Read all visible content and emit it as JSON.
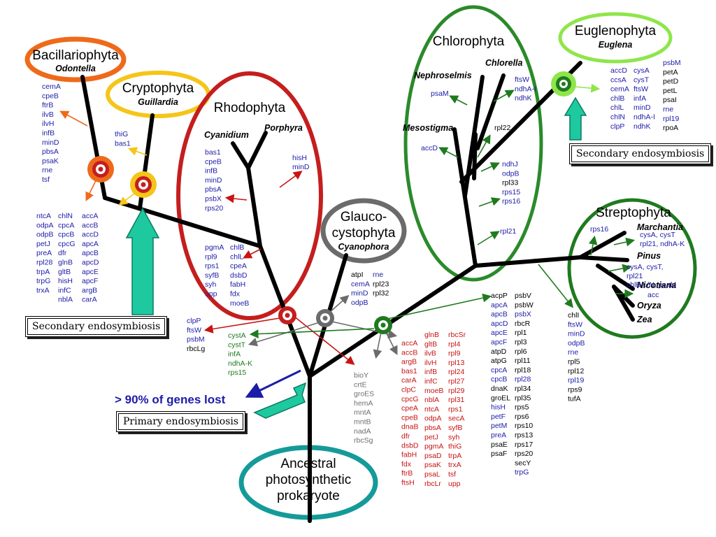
{
  "groups": {
    "bacillariophyta": {
      "name": "Bacillariophyta",
      "species": "Odontella"
    },
    "cryptophyta": {
      "name": "Cryptophyta",
      "species": "Guillardia"
    },
    "rhodophyta": {
      "name": "Rhodophyta",
      "species1": "Cyanidium",
      "species2": "Porphyra"
    },
    "glaucocystophyta": {
      "line1": "Glauco-",
      "line2": "cystophyta",
      "species": "Cyanophora"
    },
    "chlorophyta": {
      "name": "Chlorophyta",
      "species1": "Chlorella",
      "species2": "Nephroselmis",
      "species3": "Mesostigma"
    },
    "euglenophyta": {
      "name": "Euglenophyta",
      "species": "Euglena"
    },
    "streptophyta": {
      "name": "Streptophyta",
      "species": [
        "Marchantia",
        "Pinus",
        "Nicotiana",
        "Oryza",
        "Zea"
      ]
    },
    "ancestral": {
      "line1": "Ancestral",
      "line2": "photosynthetic",
      "line3": "prokaryote"
    }
  },
  "labels": {
    "secondary_endosymbiosis": "Secondary endosymbiosis",
    "primary_endosymbiosis": "Primary endosymbiosis",
    "genes_lost": "> 90% of genes lost"
  },
  "colors": {
    "bacillariophyta": "#ee6a1a",
    "cryptophyta": "#f5c518",
    "rhodophyta": "#c41e1e",
    "glaucocystophyta": "#6b6b6b",
    "chlorophyta": "#2a8a2a",
    "euglenophyta": "#8ee64a",
    "streptophyta": "#1f7a1f",
    "ancestral": "#159a9a",
    "arrow_teal": "#1ec9a0",
    "gene_blue": "#1c1ca8",
    "gene_red": "#c81414",
    "gene_green": "#1f7a1f",
    "gene_gray": "#707070"
  },
  "gene_lists": [
    {
      "id": "bac-lost",
      "color": "blue",
      "genes": [
        "cemA",
        "cpeB",
        "ftrB",
        "ilvB",
        "ilvH",
        "infB",
        "minD",
        "pbsA",
        "psaK",
        "rne",
        "tsf"
      ]
    },
    {
      "id": "secondary-c1",
      "color": "blue",
      "genes": [
        "ntcA",
        "odpA",
        "odpB",
        "petJ",
        "preA",
        "rpl28",
        "trpA",
        "trpG",
        "trxA"
      ]
    },
    {
      "id": "secondary-c2",
      "color": "blue",
      "genes": [
        "chlN",
        "cpcA",
        "cpcB",
        "cpcG",
        "dfr",
        "glnB",
        "gltB",
        "hisH",
        "infC",
        "nblA"
      ]
    },
    {
      "id": "secondary-c3",
      "color": "blue",
      "genes": [
        "accA",
        "accB",
        "accD",
        "apcA",
        "apcB",
        "apcD",
        "apcE",
        "apcF",
        "argB",
        "carA"
      ]
    },
    {
      "id": "crypto-lost",
      "color": "blue",
      "genes": [
        "thiG",
        "bas1"
      ]
    },
    {
      "id": "rhodo-top",
      "color": "blue",
      "genes": [
        "bas1",
        "cpeB",
        "infB",
        "minD",
        "pbsA",
        "psbX",
        "rps20"
      ]
    },
    {
      "id": "rhodo-right",
      "color": "blue",
      "genes": [
        "hisH",
        "minD"
      ]
    },
    {
      "id": "rhodo-bottom-1",
      "color": "blue",
      "genes": [
        "pgmA",
        "rpl9",
        "rps1",
        "syfB",
        "syh",
        "upp"
      ]
    },
    {
      "id": "rhodo-bottom-2",
      "color": "blue",
      "genes": [
        "chlB",
        "chlL",
        "cpeA",
        "dsbD",
        "fabH",
        "fdx",
        "moeB"
      ]
    },
    {
      "id": "red-left",
      "color": "mixed",
      "genes": [
        "clpP",
        "ftsW",
        "psbM",
        "rbcLg"
      ]
    },
    {
      "id": "green-left",
      "color": "green",
      "genes": [
        "cystA",
        "cystT",
        "infA",
        "ndhA-K",
        "rps15"
      ]
    },
    {
      "id": "glauco-lost",
      "color": "mixed",
      "genes": [
        "atpI",
        "cemA",
        "minD",
        "odpB"
      ]
    },
    {
      "id": "glauco-lost-2",
      "color": "mixed",
      "genes": [
        "rne",
        "rpl23",
        "rpl32"
      ]
    },
    {
      "id": "gray-list",
      "color": "gray",
      "genes": [
        "bioY",
        "crtE",
        "groES",
        "hemA",
        "mntA",
        "mntB",
        "nadA",
        "rbcSg"
      ]
    },
    {
      "id": "red-c1",
      "color": "red",
      "genes": [
        "accA",
        "accB",
        "argB",
        "bas1",
        "carA",
        "clpC",
        "cpcG",
        "cpeA",
        "cpeB",
        "dnaB",
        "dfr",
        "dsbD",
        "fabH",
        "fdx",
        "ftrB",
        "ftsH"
      ]
    },
    {
      "id": "red-c2",
      "color": "red",
      "genes": [
        "glnB",
        "gltB",
        "ilvB",
        "ilvH",
        "infB",
        "infC",
        "moeB",
        "nblA",
        "ntcA",
        "odpA",
        "pbsA",
        "petJ",
        "pgmA",
        "psaD",
        "psaK",
        "psaL",
        "rbcLr"
      ]
    },
    {
      "id": "red-c3",
      "color": "red",
      "genes": [
        "rbcSr",
        "rpl4",
        "rpl9",
        "rpl13",
        "rpl24",
        "rpl27",
        "rpl29",
        "rpl31",
        "rps1",
        "secA",
        "syfB",
        "syh",
        "thiG",
        "trpA",
        "trxA",
        "tsf",
        "upp"
      ]
    },
    {
      "id": "green-c1",
      "color": "mixed",
      "genes": [
        "acpP",
        "apcA",
        "apcB",
        "apcD",
        "apcE",
        "apcF",
        "atpD",
        "atpG",
        "cpcA",
        "cpcB",
        "dnaK",
        "groEL",
        "hisH",
        "petF",
        "petM",
        "preA",
        "psaE",
        "psaF"
      ]
    },
    {
      "id": "green-c2",
      "color": "mixed",
      "genes": [
        "psbV",
        "psbW",
        "psbX",
        "rbcR",
        "rpl1",
        "rpl3",
        "rpl6",
        "rpl11",
        "rpl18",
        "rpl28",
        "rpl34",
        "rpl35",
        "rps5",
        "rps6",
        "rps10",
        "rps13",
        "rps17",
        "rps20",
        "secY",
        "trpG"
      ]
    },
    {
      "id": "chloro-nephro",
      "color": "blue",
      "genes": [
        "psaM"
      ]
    },
    {
      "id": "chloro-chlorella",
      "color": "blue",
      "genes": [
        "ftsW",
        "ndhA-I",
        "ndhK"
      ]
    },
    {
      "id": "chloro-meso",
      "color": "blue",
      "genes": [
        "accD"
      ]
    },
    {
      "id": "chloro-rpl22",
      "color": "black",
      "genes": [
        "rpl22"
      ]
    },
    {
      "id": "chloro-mid",
      "color": "mixed",
      "genes": [
        "ndhJ",
        "odpB",
        "rpl33",
        "rps15",
        "rps16"
      ]
    },
    {
      "id": "chloro-rpl21",
      "color": "blue",
      "genes": [
        "rpl21"
      ]
    },
    {
      "id": "eug-c1",
      "color": "blue",
      "genes": [
        "accD",
        "ccsA",
        "cemA",
        "chlB",
        "chlL",
        "chlN",
        "clpP"
      ]
    },
    {
      "id": "eug-c2",
      "color": "blue",
      "genes": [
        "cysA",
        "cysT",
        "ftsW",
        "infA",
        "minD",
        "ndhA-I",
        "ndhK"
      ]
    },
    {
      "id": "eug-c3",
      "color": "mixed",
      "genes": [
        "psbM",
        "petA",
        "petD",
        "petL",
        "psaI",
        "rne",
        "rpl19",
        "rpoA"
      ]
    },
    {
      "id": "strepto-rps16",
      "color": "blue",
      "genes": [
        "rps16"
      ]
    },
    {
      "id": "strepto-march",
      "color": "blue",
      "genes": [
        "cysA, cysT",
        "rpl21, ndhA-K"
      ]
    },
    {
      "id": "strepto-pinus",
      "color": "blue",
      "genes": [
        "cysA, cysT,",
        "rpl21",
        "chlB/L/N, psaM"
      ]
    },
    {
      "id": "strepto-nicot",
      "color": "blue",
      "genes": [
        "acc"
      ]
    },
    {
      "id": "strepto-lost",
      "color": "mixed",
      "genes": [
        "chlI",
        "ftsW",
        "minD",
        "odpB",
        "rne",
        "rpl5",
        "rpl12",
        "rpl19",
        "rps9",
        "tufA"
      ]
    }
  ]
}
